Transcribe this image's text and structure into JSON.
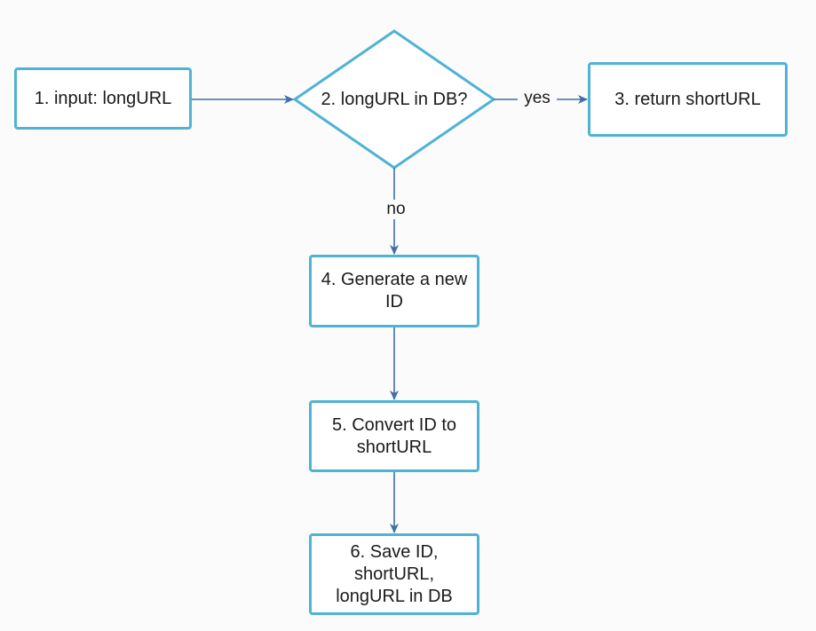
{
  "colors": {
    "node_border": "#4fb3d3",
    "node_fill": "#ffffff",
    "edge": "#3e6fa8",
    "text": "#1a1a1a",
    "background": "#fbfbfb"
  },
  "nodes": {
    "input": {
      "label": "1. input: longURL",
      "shape": "rectangle"
    },
    "check": {
      "label": "2. longURL in DB?",
      "shape": "diamond"
    },
    "return": {
      "label": "3. return shortURL",
      "shape": "rectangle"
    },
    "generate": {
      "label": "4. Generate a new ID",
      "shape": "rectangle"
    },
    "convert": {
      "label": "5. Convert ID to shortURL",
      "shape": "rectangle"
    },
    "save": {
      "label": "6. Save ID, shortURL, longURL in DB",
      "shape": "rectangle"
    }
  },
  "edges": [
    {
      "from": "input",
      "to": "check",
      "label": ""
    },
    {
      "from": "check",
      "to": "return",
      "label": "yes"
    },
    {
      "from": "check",
      "to": "generate",
      "label": "no"
    },
    {
      "from": "generate",
      "to": "convert",
      "label": ""
    },
    {
      "from": "convert",
      "to": "save",
      "label": ""
    }
  ]
}
